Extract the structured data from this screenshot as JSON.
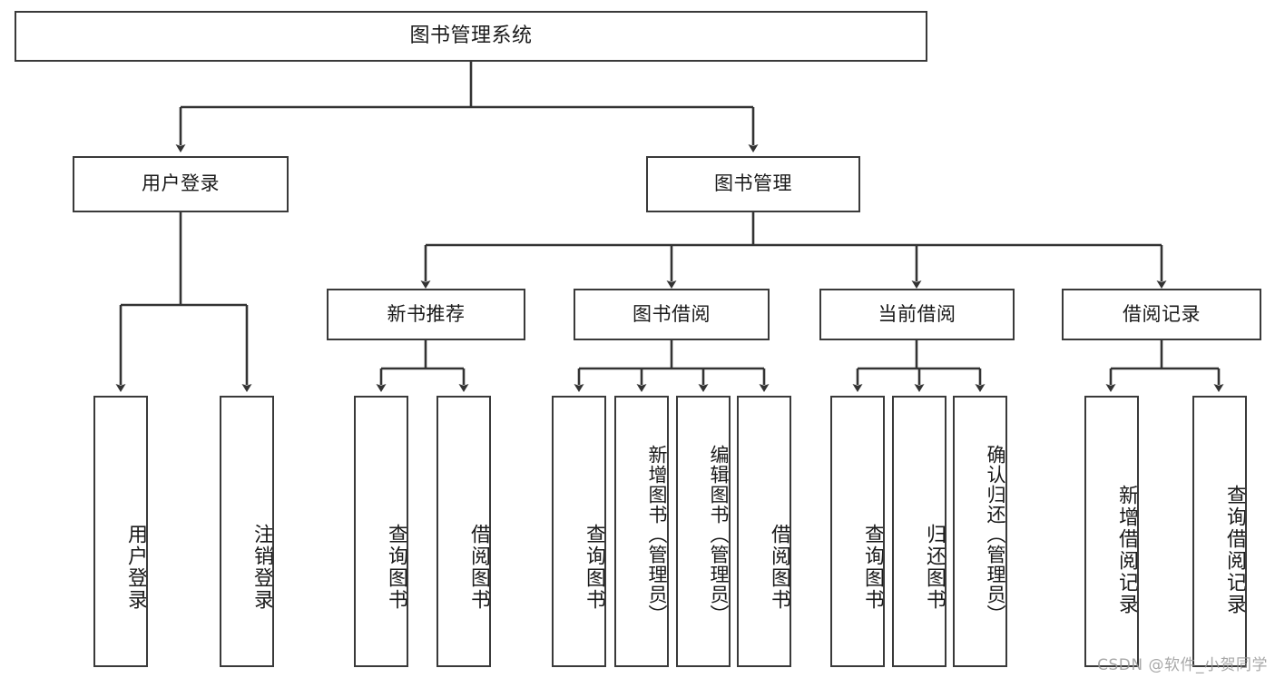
{
  "diagram": {
    "title": "图书管理系统",
    "type": "hierarchy-tree",
    "watermark": "CSDN @软件_小贺同学",
    "colors": {
      "box_border": "#3a3a3a",
      "box_fill": "#ffffff",
      "edge": "#333333",
      "text": "#1a1a1a",
      "watermark": "#9a9a9a"
    },
    "nodes": {
      "root": {
        "label": "图书管理系统"
      },
      "level2": [
        {
          "id": "user-login",
          "label": "用户登录"
        },
        {
          "id": "book-manage",
          "label": "图书管理"
        }
      ],
      "level3": [
        {
          "id": "new-book-recommend",
          "label": "新书推荐"
        },
        {
          "id": "book-borrow",
          "label": "图书借阅"
        },
        {
          "id": "current-borrow",
          "label": "当前借阅"
        },
        {
          "id": "borrow-record",
          "label": "借阅记录"
        }
      ],
      "leaves": {
        "user-login": [
          {
            "id": "leaf-user-login",
            "label": "用户登录"
          },
          {
            "id": "leaf-logout",
            "label": "注销登录"
          }
        ],
        "new-book-recommend": [
          {
            "id": "leaf-query-book-1",
            "label": "查询图书"
          },
          {
            "id": "leaf-borrow-book-1",
            "label": "借阅图书"
          }
        ],
        "book-borrow": [
          {
            "id": "leaf-query-book-2",
            "label": "查询图书"
          },
          {
            "id": "leaf-add-book",
            "label": "新增图书（管理员）"
          },
          {
            "id": "leaf-edit-book",
            "label": "编辑图书（管理员）"
          },
          {
            "id": "leaf-borrow-book-2",
            "label": "借阅图书"
          }
        ],
        "current-borrow": [
          {
            "id": "leaf-query-book-3",
            "label": "查询图书"
          },
          {
            "id": "leaf-return-book",
            "label": "归还图书"
          },
          {
            "id": "leaf-confirm-return",
            "label": "确认归还（管理员）"
          }
        ],
        "borrow-record": [
          {
            "id": "leaf-add-record",
            "label": "新增借阅记录"
          },
          {
            "id": "leaf-query-record",
            "label": "查询借阅记录"
          }
        ]
      }
    }
  }
}
